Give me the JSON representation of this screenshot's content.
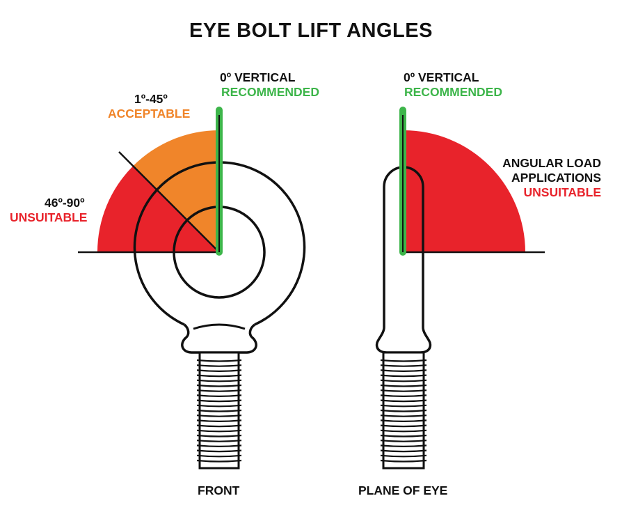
{
  "title": "EYE BOLT LIFT ANGLES",
  "colors": {
    "recommended": "#3db54a",
    "acceptable": "#f0852a",
    "unsuitable": "#e8232b",
    "outline": "#111111"
  },
  "front": {
    "vertical": "0º VERTICAL",
    "vertical_status": "RECOMMENDED",
    "acceptable_range": "1º-45º",
    "acceptable_status": "ACCEPTABLE",
    "unsuitable_range": "46º-90º",
    "unsuitable_status": "UNSUITABLE",
    "caption": "FRONT"
  },
  "side": {
    "vertical": "0º VERTICAL",
    "vertical_status": "RECOMMENDED",
    "angular_line1": "ANGULAR LOAD",
    "angular_line2": "APPLICATIONS",
    "angular_status": "UNSUITABLE",
    "caption": "PLANE OF EYE"
  }
}
